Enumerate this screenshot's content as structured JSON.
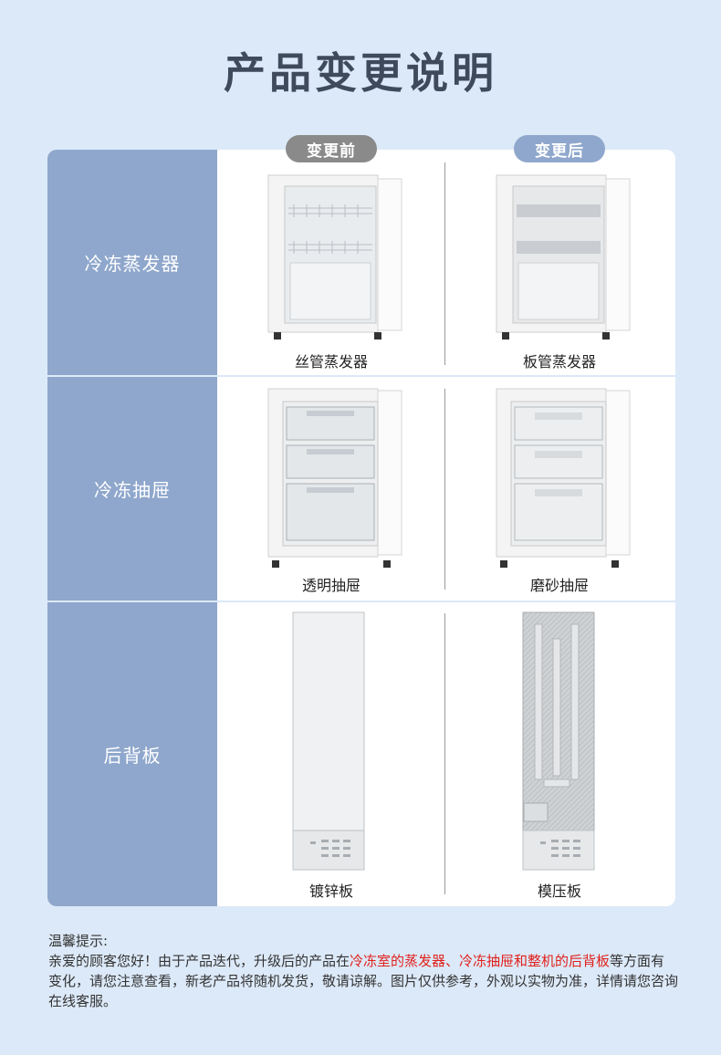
{
  "title": "产品变更说明",
  "columns": {
    "before": "变更前",
    "after": "变更后"
  },
  "rows": [
    {
      "label": "冷冻蒸发器",
      "before": "丝管蒸发器",
      "after": "板管蒸发器"
    },
    {
      "label": "冷冻抽屉",
      "before": "透明抽屉",
      "after": "磨砂抽屉"
    },
    {
      "label": "后背板",
      "before": "镀锌板",
      "after": "模压板"
    }
  ],
  "notice": {
    "heading": "温馨提示:",
    "text_1": "亲爱的顾客您好！由于产品迭代，升级后的产品在",
    "highlight": "冷冻室的蒸发器、冷冻抽屉和整机的后背板",
    "text_2": "等方面有变化，请您注意查看，新老产品将随机发货，敬请谅解。图片仅供参考，外观以实物为准，详情请您咨询在线客服。"
  },
  "colors": {
    "background": "#dce9f8",
    "label_column": "#8fa7cc",
    "tab_before": "#8a8a8a",
    "tab_after": "#8fa7cc",
    "title": "#3f4a5c",
    "highlight": "#e0211d"
  }
}
